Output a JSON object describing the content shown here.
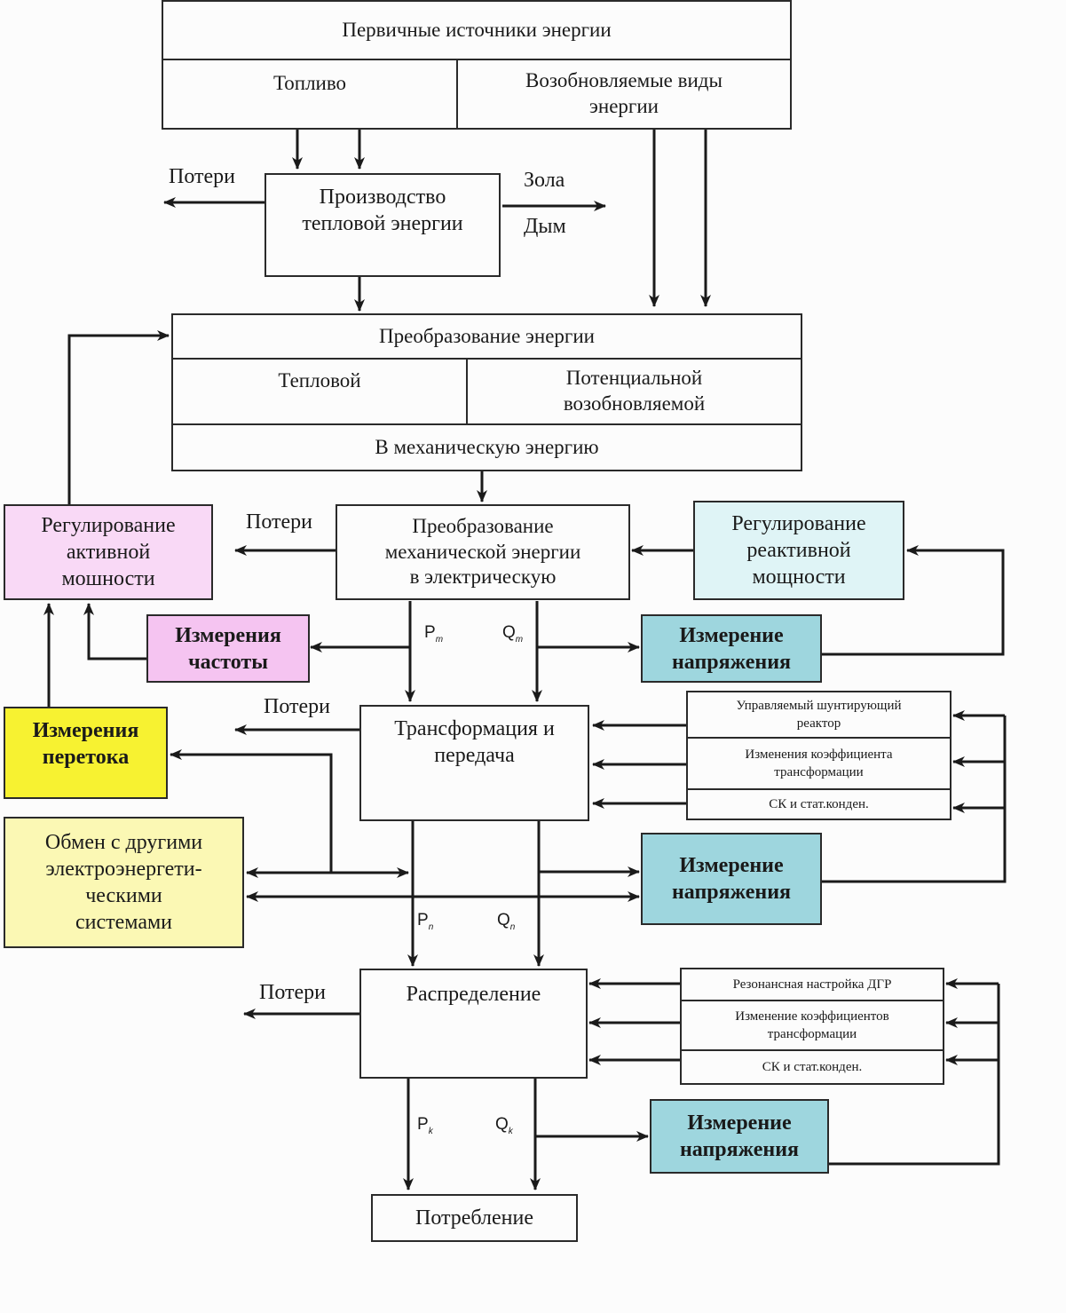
{
  "primary": {
    "title": "Первичные источники энергии",
    "fuel": "Топливо",
    "renewable_line1": "Возобновляемые виды",
    "renewable_line2": "энергии"
  },
  "thermal_production": {
    "line1": "Производство",
    "line2": "тепловой энергии"
  },
  "side_labels": {
    "losses": "Потери",
    "ash": "Зола",
    "smoke": "Дым"
  },
  "conversion": {
    "title": "Преобразование энергии",
    "thermal": "Тепловой",
    "potential_line1": "Потенциальной",
    "potential_line2": "возобновляемой",
    "mechanical": "В механическую энергию"
  },
  "active_regulation": {
    "line1": "Регулирование",
    "line2": "активной",
    "line3": "мошности"
  },
  "mech_to_elec": {
    "line1": "Преобразование",
    "line2": "механической энергии",
    "line3": "в электрическую"
  },
  "reactive_regulation": {
    "line1": "Регулирование",
    "line2": "реактивной",
    "line3": "мощности"
  },
  "freq_measure": {
    "line1": "Измерения",
    "line2": "частоты"
  },
  "voltage_measure_1": {
    "line1": "Измерение",
    "line2": "напряжения"
  },
  "flow_measure": {
    "line1": "Измерения",
    "line2": "перетока"
  },
  "transformation": {
    "line1": "Трансформация и",
    "line2": "передача"
  },
  "trans_controls": {
    "c1_line1": "Управляемый шунтирующий",
    "c1_line2": "реактор",
    "c2_line1": "Изменения коэффициента",
    "c2_line2": "трансформации",
    "c3": "СК и стат.конден."
  },
  "exchange": {
    "line1": "Обмен с другими",
    "line2": "электроэнергети-",
    "line3": "ческими",
    "line4": "системами"
  },
  "voltage_measure_2": {
    "line1": "Измерение",
    "line2": "напряжения"
  },
  "distribution": {
    "title": "Распределение"
  },
  "dist_controls": {
    "c1": "Резонансная настройка ДГР",
    "c2_line1": "Изменение коэффициентов",
    "c2_line2": "трансформации",
    "c3": "СК и стат.конден."
  },
  "voltage_measure_3": {
    "line1": "Измерение",
    "line2": "напряжения"
  },
  "consumption": {
    "title": "Потребление"
  },
  "flow_symbols": {
    "p": "P",
    "q": "Q",
    "m": "m",
    "n": "n",
    "k": "k"
  }
}
